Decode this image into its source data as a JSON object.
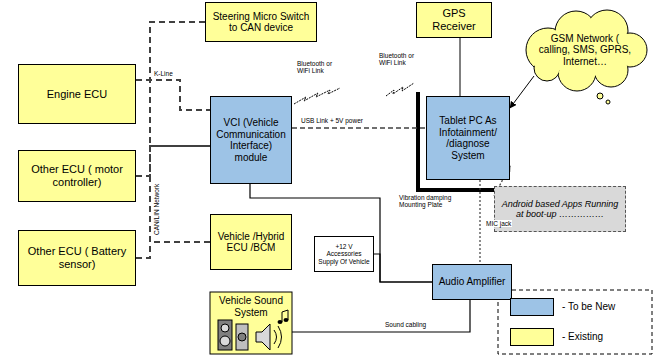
{
  "diagram": {
    "nodes": [
      {
        "text": [
          "Steering Micro Switch to CAN device"
        ]
      },
      {
        "text": [
          "GPS Receiver"
        ]
      },
      {
        "text": [
          "GSM Network ( calling, SMS, GPRS, Internet…"
        ]
      },
      {
        "text": [
          "Engine ECU"
        ]
      },
      {
        "text": [
          "VCI (Vehicle Communication Interface) module"
        ]
      },
      {
        "text": [
          "Tablet PC As Infotainment/ /diagnose System"
        ]
      },
      {
        "text": [
          "Android based Apps Running at boot-up ……………"
        ]
      },
      {
        "text": [
          "Other ECU ( motor controller)"
        ]
      },
      {
        "text": [
          "Vehicle /Hybrid ECU /BCM"
        ]
      },
      {
        "text": [
          "Other ECU ( Battery sensor)"
        ]
      },
      {
        "text": [
          "+12 V Accessories Supply Of Vehicle"
        ]
      },
      {
        "text": [
          "Audio Amplifier"
        ]
      },
      {
        "text": [
          "Vehicle Sound System"
        ]
      }
    ],
    "edges": [
      {
        "from": 0,
        "to": 4,
        "arrow": "none"
      },
      {
        "from": 3,
        "to": 4,
        "label": "K-Line",
        "arrow": "none"
      },
      {
        "from": 7,
        "to": 4,
        "arrow": "none"
      },
      {
        "from": 9,
        "to": 4,
        "arrow": "none"
      },
      {
        "from": 4,
        "to": 8,
        "arrow": "none"
      },
      {
        "from": 4,
        "to": 5,
        "label": "USB Link + 5V power",
        "arrow": "none"
      },
      {
        "from": 1,
        "to": 5,
        "arrow": "none"
      },
      {
        "from": 2,
        "to": 5,
        "arrow": "to"
      },
      {
        "from": 6,
        "to": 5,
        "arrow": "to"
      },
      {
        "from": 5,
        "to": 11,
        "label": "MIC jack",
        "arrow": "none"
      },
      {
        "from": 4,
        "to": 11,
        "arrow": "none"
      },
      {
        "from": 10,
        "to": 11,
        "arrow": "none"
      },
      {
        "from": 11,
        "to": 12,
        "label": "Sound cabling",
        "arrow": "none"
      }
    ],
    "labels": [
      "Bluetooth or WiFi Link",
      "Bluetooth or WiFi Link",
      "CAN/LIN Network",
      "Vibration damping Mounting Plate"
    ],
    "legend": [
      {
        "text": "- To be New",
        "color": "#9dc3e6"
      },
      {
        "text": "- Existing",
        "color": "#ffff99"
      }
    ]
  }
}
